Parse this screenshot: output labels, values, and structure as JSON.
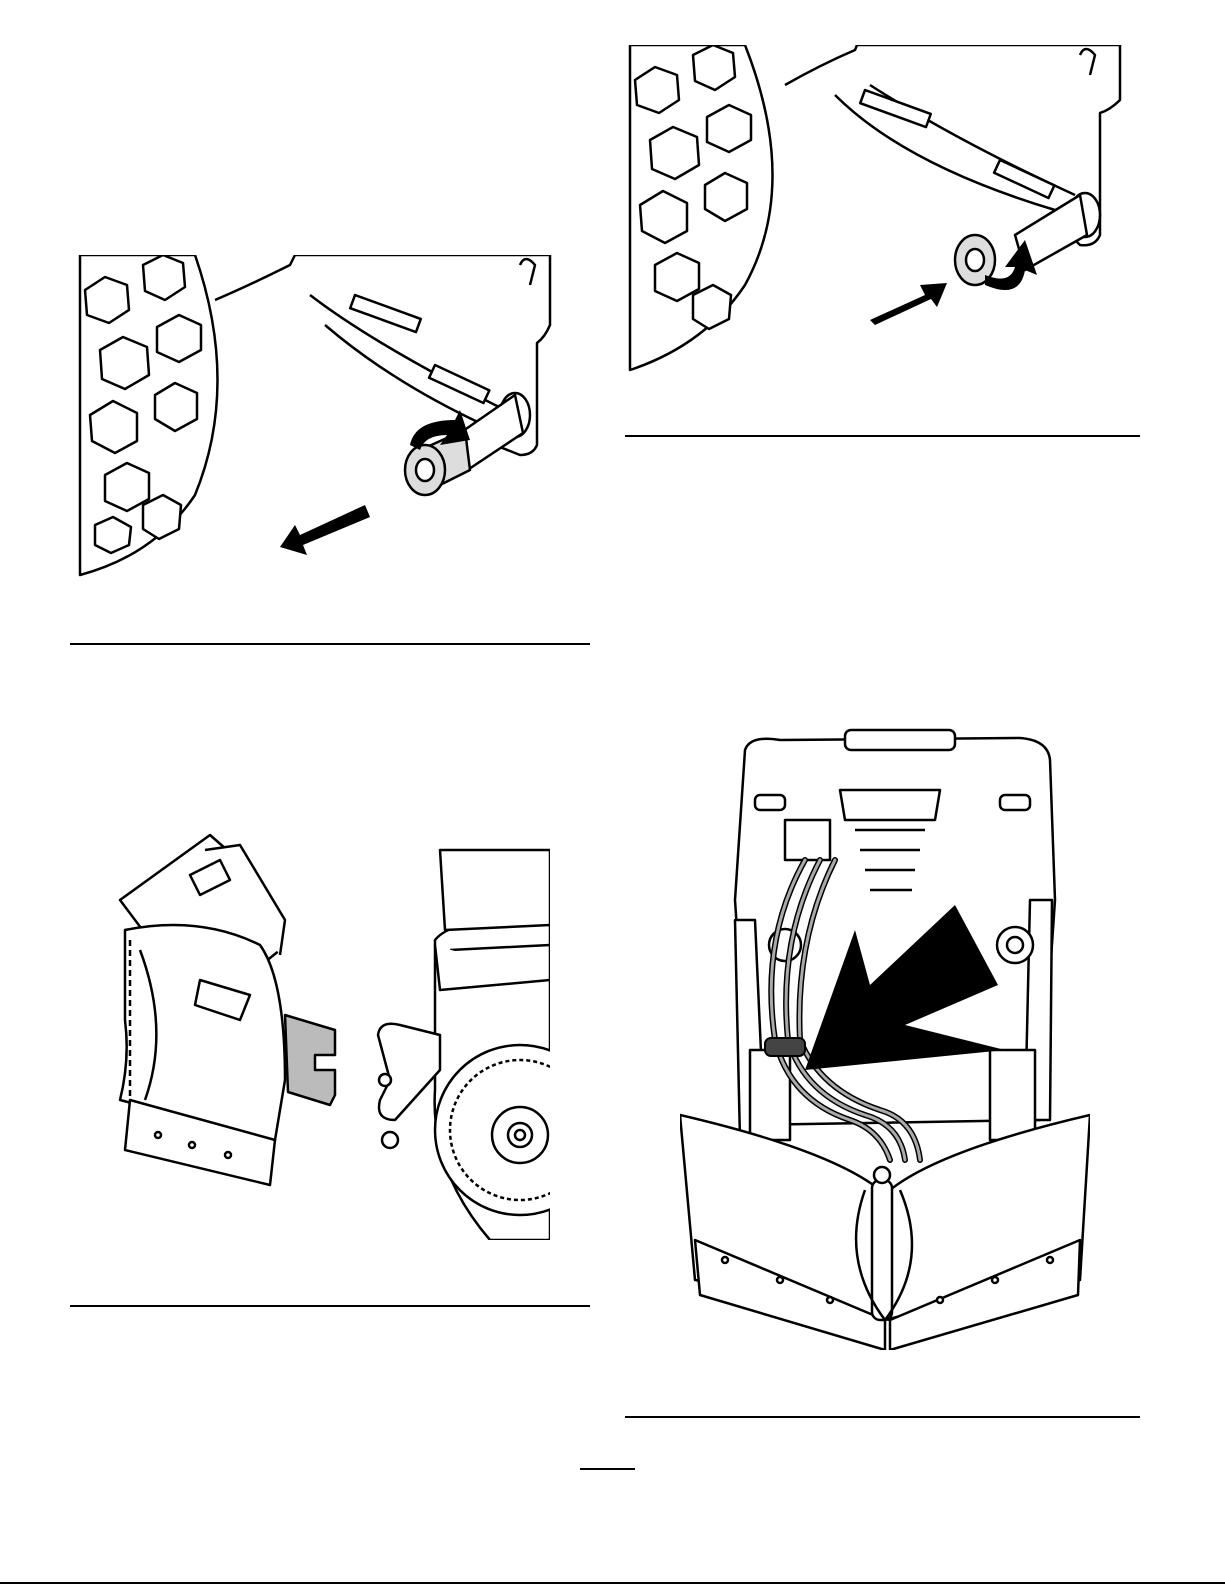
{
  "document": {
    "page_number": "",
    "figures": [
      {
        "id": "fig-remove-pin",
        "icon": "arrow-left-down-icon"
      },
      {
        "id": "fig-install-pin",
        "icon": "arrow-right-up-icon"
      },
      {
        "id": "fig-plow-attach",
        "icon": "none"
      },
      {
        "id": "fig-hose-routing",
        "icon": "large-arrow-icon"
      }
    ]
  }
}
